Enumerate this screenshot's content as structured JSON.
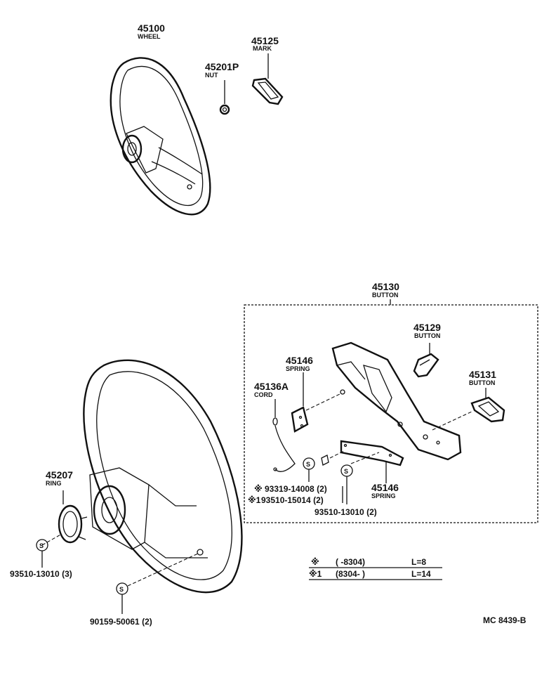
{
  "parts": [
    {
      "id": "wheel",
      "number": "45100",
      "name": "WHEEL"
    },
    {
      "id": "nut",
      "number": "45201P",
      "name": "NUT"
    },
    {
      "id": "mark",
      "number": "45125",
      "name": "MARK"
    },
    {
      "id": "button-assy",
      "number": "45130",
      "name": "BUTTON"
    },
    {
      "id": "button-129",
      "number": "45129",
      "name": "BUTTON"
    },
    {
      "id": "spring-top",
      "number": "45146",
      "name": "SPRING"
    },
    {
      "id": "button-131",
      "number": "45131",
      "name": "BUTTON"
    },
    {
      "id": "cord",
      "number": "45136A",
      "name": "CORD"
    },
    {
      "id": "spring-bottom",
      "number": "45146",
      "name": "SPRING"
    },
    {
      "id": "ring",
      "number": "45207",
      "name": "RING"
    }
  ],
  "screws": {
    "s1": "93319-14008 (2)",
    "s2": "93510-15014 (2)",
    "s3": "93510-13010 (2)",
    "s4": "93510-13010 (3)",
    "s5": "90159-50061 (2)"
  },
  "notes": {
    "mark1": "※",
    "mark2": "※1",
    "line1_range": "(      -8304)",
    "line1_len": "L=8",
    "line2_range": "(8304-        )",
    "line2_len": "L=14"
  },
  "symbol": "S",
  "drawing_id": "MC 8439-B"
}
